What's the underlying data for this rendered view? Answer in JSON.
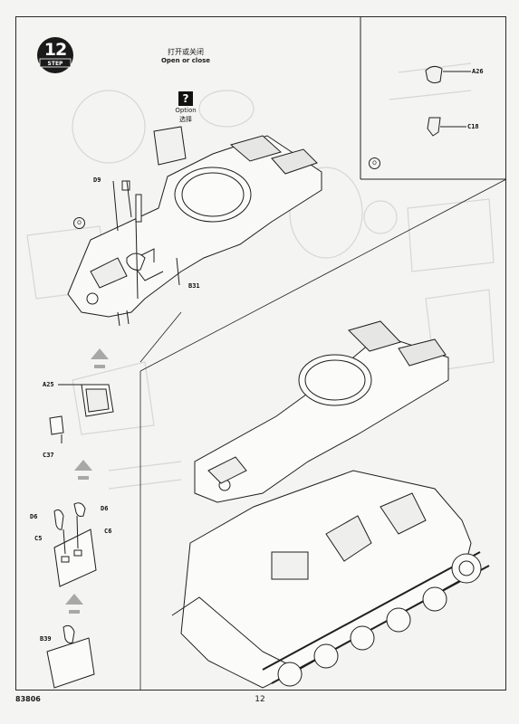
{
  "step": {
    "number": "12",
    "word": "STEP"
  },
  "instruction": {
    "chinese": "打开或关闭",
    "english": "Open or close"
  },
  "option": {
    "icon": "?",
    "english": "Option",
    "chinese": "选择"
  },
  "callout_marker": "O",
  "part_labels": {
    "d9": "D9",
    "b31": "B31",
    "a26": "A26",
    "c18": "C18",
    "a25": "A25",
    "c37": "C37",
    "d6_right": "D6",
    "d6_left": "D6",
    "c5": "C5",
    "c6": "C6",
    "b39": "B39"
  },
  "footer": {
    "product_code": "83806",
    "page_number": "12"
  },
  "colors": {
    "ink": "#1a1a1a",
    "paper": "#f4f4f2",
    "step_badge": "#1a1a1a",
    "guide_arrow": "#a8a8a8"
  }
}
